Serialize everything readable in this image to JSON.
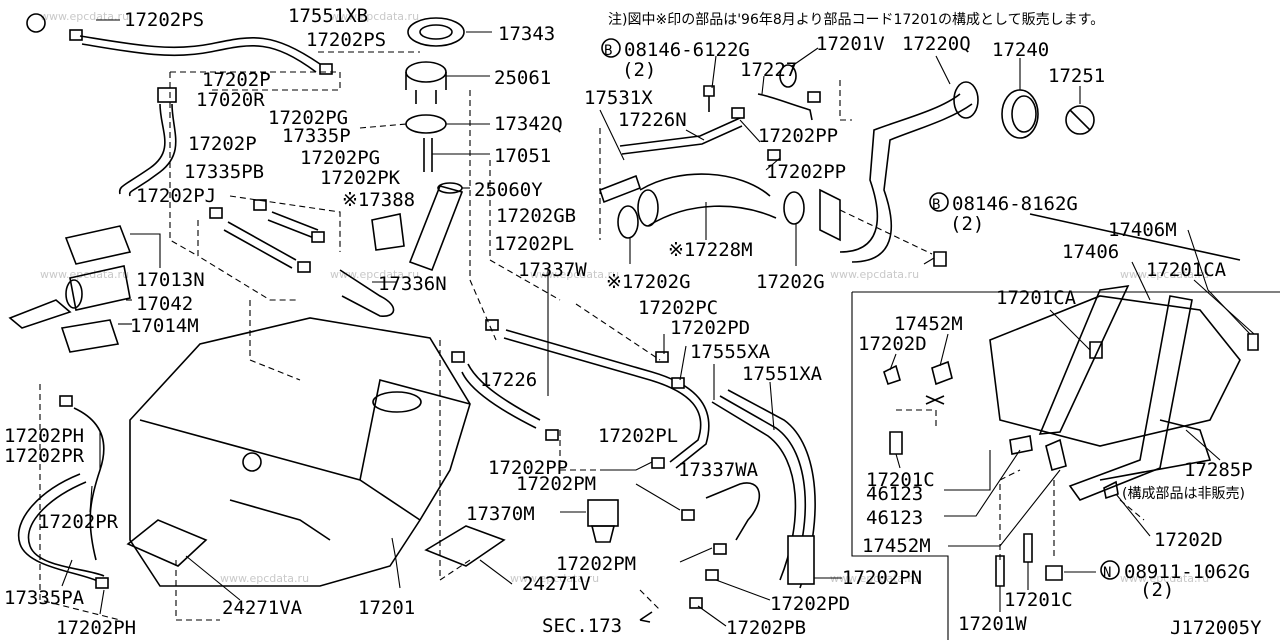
{
  "header_note": "注)図中※印の部品は'96年8月より部品コード17201の構成として販売します。",
  "watermark_text": "www.epcdata.ru",
  "diagram_id": "J172005Y",
  "colors": {
    "line": "#000000",
    "background": "#ffffff",
    "watermark": "#c9c9c9"
  },
  "labels": [
    {
      "id": "17202PS_a",
      "text": "17202PS"
    },
    {
      "id": "17551XB",
      "text": "17551XB"
    },
    {
      "id": "17202PS_b",
      "text": "17202PS"
    },
    {
      "id": "17343",
      "text": "17343"
    },
    {
      "id": "25061",
      "text": "25061"
    },
    {
      "id": "17202P_a",
      "text": "17202P"
    },
    {
      "id": "17020R",
      "text": "17020R"
    },
    {
      "id": "17202PG_a",
      "text": "17202PG"
    },
    {
      "id": "17342Q",
      "text": "17342Q"
    },
    {
      "id": "17202P_b",
      "text": "17202P"
    },
    {
      "id": "17335P",
      "text": "17335P"
    },
    {
      "id": "17202PG_b",
      "text": "17202PG"
    },
    {
      "id": "17051",
      "text": "17051"
    },
    {
      "id": "17335PB",
      "text": "17335PB"
    },
    {
      "id": "17202PK",
      "text": "17202PK"
    },
    {
      "id": "25060Y",
      "text": "25060Y"
    },
    {
      "id": "17202PJ",
      "text": "17202PJ"
    },
    {
      "id": "17388",
      "text": "※17388"
    },
    {
      "id": "17202GB",
      "text": "17202GB"
    },
    {
      "id": "17013N",
      "text": "17013N"
    },
    {
      "id": "17202PL_a",
      "text": "17202PL"
    },
    {
      "id": "17337W",
      "text": "17337W"
    },
    {
      "id": "17336N",
      "text": "17336N"
    },
    {
      "id": "17042",
      "text": "17042"
    },
    {
      "id": "17014M",
      "text": "17014M"
    },
    {
      "id": "17202PC",
      "text": "17202PC"
    },
    {
      "id": "17202PD_a",
      "text": "17202PD"
    },
    {
      "id": "17555XA",
      "text": "17555XA"
    },
    {
      "id": "17551XA",
      "text": "17551XA"
    },
    {
      "id": "17226_a",
      "text": "17226"
    },
    {
      "id": "17202PH_a",
      "text": "17202PH"
    },
    {
      "id": "17202PR_a",
      "text": "17202PR"
    },
    {
      "id": "17202PL_b",
      "text": "17202PL"
    },
    {
      "id": "17202PP_a",
      "text": "17202PP"
    },
    {
      "id": "17337WA",
      "text": "17337WA"
    },
    {
      "id": "17202PM_a",
      "text": "17202PM"
    },
    {
      "id": "17202PR_b",
      "text": "17202PR"
    },
    {
      "id": "17370M",
      "text": "17370M"
    },
    {
      "id": "17202PM_b",
      "text": "17202PM"
    },
    {
      "id": "24271V",
      "text": "24271V"
    },
    {
      "id": "17335PA",
      "text": "17335PA"
    },
    {
      "id": "24271VA",
      "text": "24271VA"
    },
    {
      "id": "17201_a",
      "text": "17201"
    },
    {
      "id": "17202PN",
      "text": "17202PN"
    },
    {
      "id": "17202PD_b",
      "text": "17202PD"
    },
    {
      "id": "17202PH_b",
      "text": "17202PH"
    },
    {
      "id": "SEC173",
      "text": "SEC.173"
    },
    {
      "id": "17202PB",
      "text": "17202PB"
    },
    {
      "id": "B_08146_6122G",
      "text": "08146-6122G"
    },
    {
      "id": "qty_2_a",
      "text": "(2)"
    },
    {
      "id": "17227",
      "text": "17227"
    },
    {
      "id": "17201V",
      "text": "17201V"
    },
    {
      "id": "17220Q",
      "text": "17220Q"
    },
    {
      "id": "17240",
      "text": "17240"
    },
    {
      "id": "17251",
      "text": "17251"
    },
    {
      "id": "17531X",
      "text": "17531X"
    },
    {
      "id": "17226N",
      "text": "17226N"
    },
    {
      "id": "17202PP_b",
      "text": "17202PP"
    },
    {
      "id": "17202PP_c",
      "text": "17202PP"
    },
    {
      "id": "17228M",
      "text": "※17228M"
    },
    {
      "id": "17202G_a",
      "text": "※17202G"
    },
    {
      "id": "17202G_b",
      "text": "17202G"
    },
    {
      "id": "B_08146_8162G",
      "text": "08146-8162G"
    },
    {
      "id": "qty_2_b",
      "text": "(2)"
    },
    {
      "id": "17406M",
      "text": "17406M"
    },
    {
      "id": "17406",
      "text": "17406"
    },
    {
      "id": "17201CA_a",
      "text": "17201CA"
    },
    {
      "id": "17201CA_b",
      "text": "17201CA"
    },
    {
      "id": "17452M_a",
      "text": "17452M"
    },
    {
      "id": "17202D_a",
      "text": "17202D"
    },
    {
      "id": "17201C_a",
      "text": "17201C"
    },
    {
      "id": "46123_a",
      "text": "46123"
    },
    {
      "id": "46123_b",
      "text": "46123"
    },
    {
      "id": "17285P",
      "text": "17285P"
    },
    {
      "id": "not_sold",
      "text": "(構成部品は非販売)"
    },
    {
      "id": "17202D_b",
      "text": "17202D"
    },
    {
      "id": "17452M_b",
      "text": "17452M"
    },
    {
      "id": "N_08911_1062G",
      "text": "08911-1062G"
    },
    {
      "id": "qty_2_c",
      "text": "(2)"
    },
    {
      "id": "17201W",
      "text": "17201W"
    },
    {
      "id": "17201C_b",
      "text": "17201C"
    }
  ]
}
